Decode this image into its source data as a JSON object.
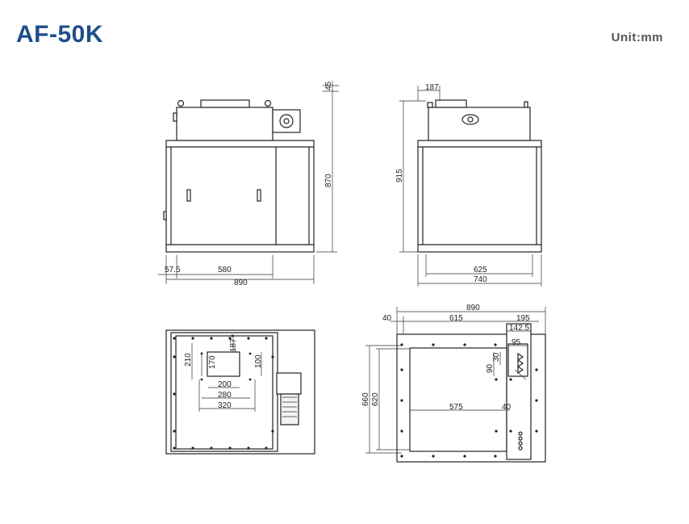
{
  "header": {
    "model": "AF-50K",
    "unit": "Unit:mm"
  },
  "dims": {
    "front": {
      "height_top": "45",
      "height": "870",
      "offset": "57.5",
      "inner": "580",
      "width": "890"
    },
    "side": {
      "top": "187",
      "height": "915",
      "inner": "625",
      "width": "740"
    },
    "top": {
      "a": "210",
      "b": "170",
      "c": "187",
      "d": "100",
      "e": "200",
      "f": "280",
      "g": "320"
    },
    "plan": {
      "w_total": "890",
      "w40": "40",
      "w615": "615",
      "w195": "195",
      "w142": "142.5",
      "w95": "95",
      "v90": "90",
      "v30": "30",
      "h660": "660",
      "h620": "620",
      "w575": "575",
      "w40b": "40"
    }
  }
}
